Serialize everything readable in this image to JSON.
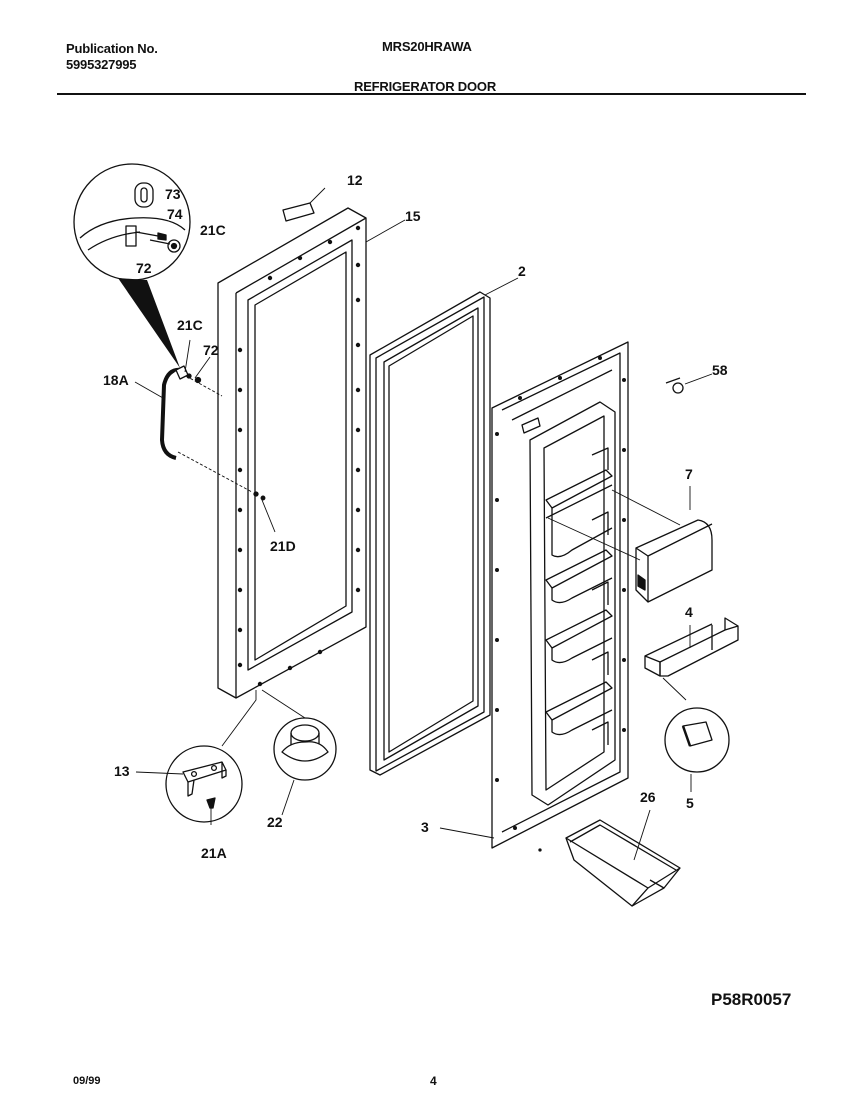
{
  "header": {
    "publication_label": "Publication No.",
    "publication_number": "5995327995",
    "model": "MRS20HRAWA",
    "section_title": "REFRIGERATOR DOOR"
  },
  "parts": {
    "p12": "12",
    "p15": "15",
    "p2": "2",
    "p73": "73",
    "p74": "74",
    "p21c_detail": "21C",
    "p72_detail": "72",
    "p21c": "21C",
    "p72": "72",
    "p18a": "18A",
    "p21d": "21D",
    "p58": "58",
    "p7": "7",
    "p4": "4",
    "p5": "5",
    "p13": "13",
    "p22": "22",
    "p21a": "21A",
    "p3": "3",
    "p26": "26"
  },
  "footer": {
    "figure_code": "P58R0057",
    "date": "09/99",
    "page": "4"
  }
}
